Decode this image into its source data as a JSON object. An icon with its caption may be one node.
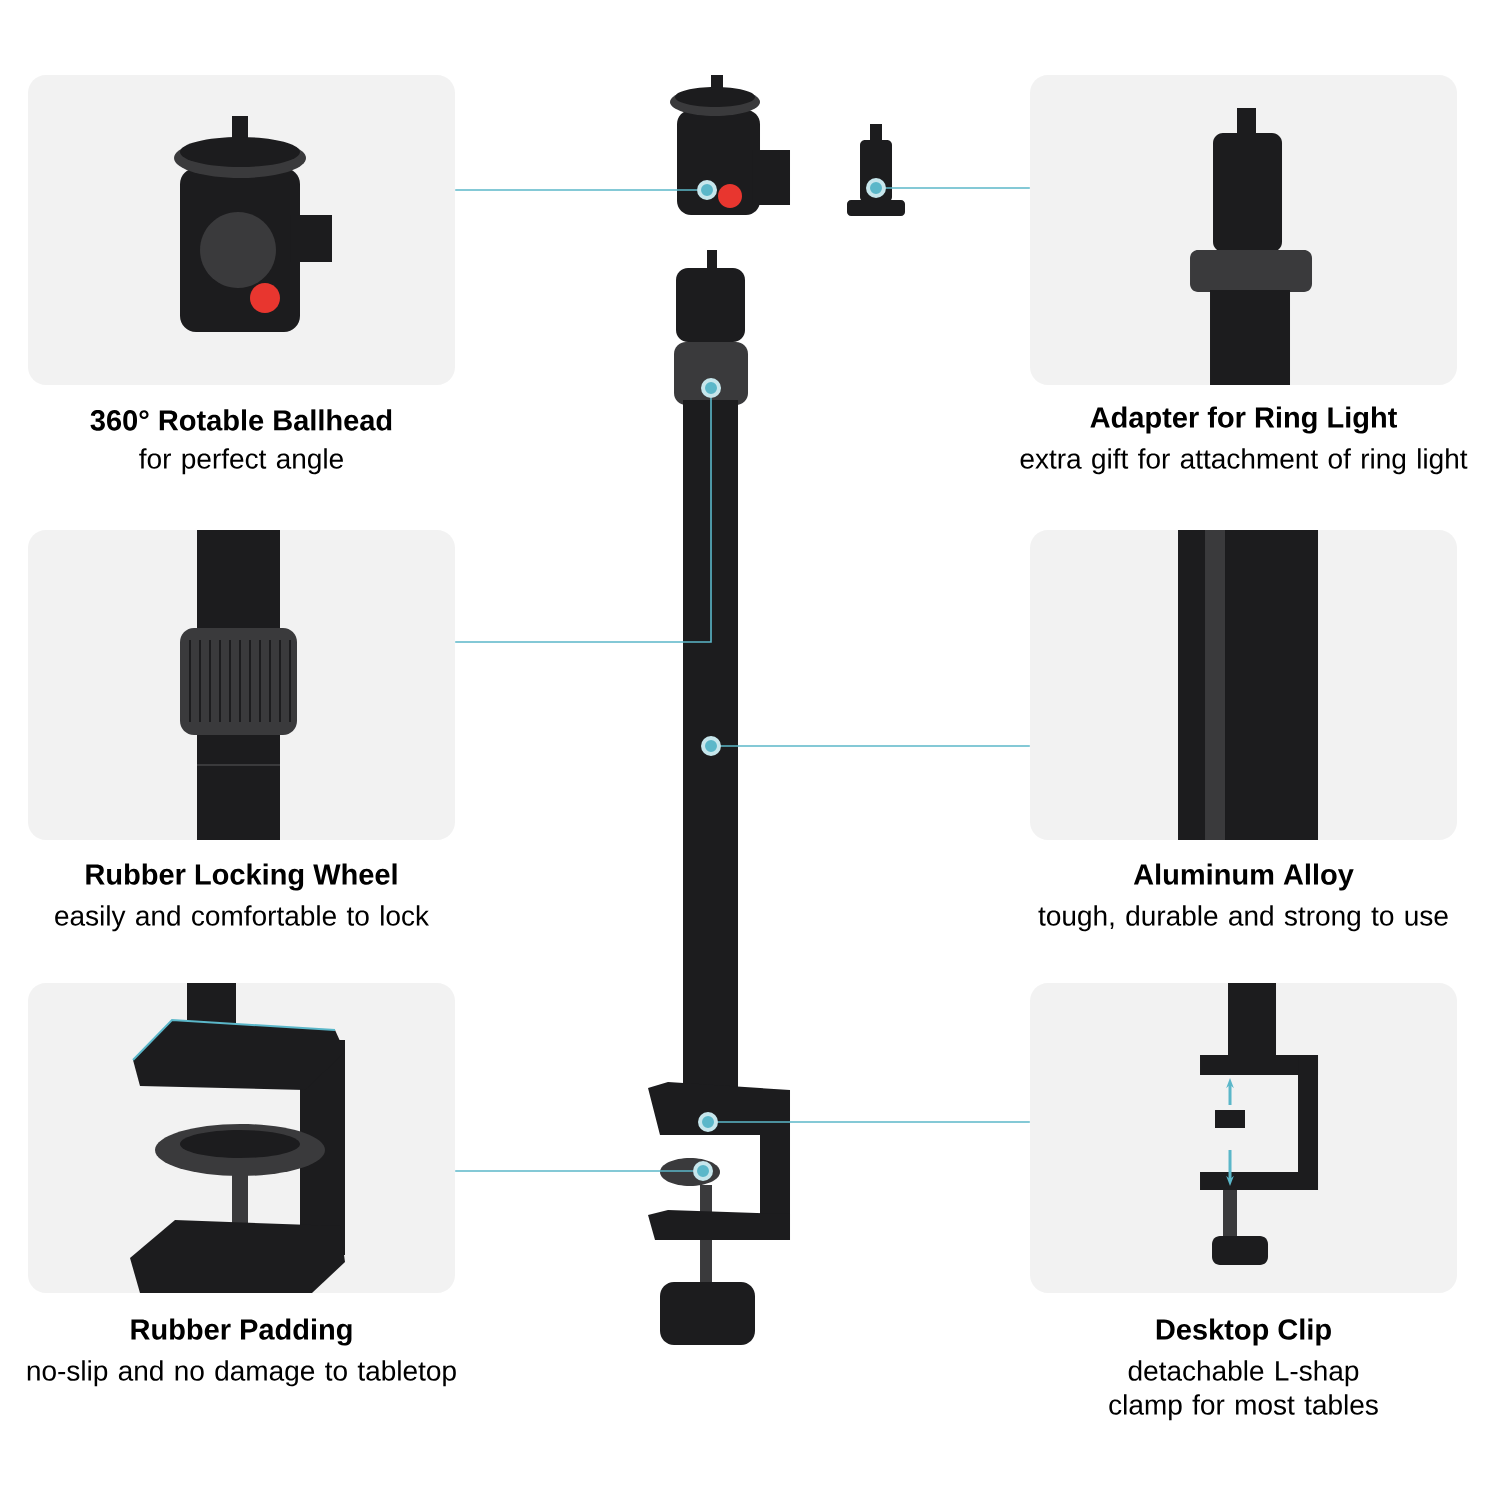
{
  "diagram": {
    "nodes": [
      {
        "text": [
          "360° Rotable Ballhead",
          "for perfect angle"
        ]
      },
      {
        "text": [
          "Adapter for Ring Light",
          "extra gift for attachment of ring light"
        ]
      },
      {
        "text": [
          "Rubber Locking Wheel",
          "easily and comfortable to lock"
        ]
      },
      {
        "text": [
          "Aluminum Alloy",
          "tough, durable and strong to use"
        ]
      },
      {
        "text": [
          "Rubber Padding",
          "no-slip and no damage to tabletop"
        ]
      },
      {
        "text": [
          "Desktop Clip",
          "detachable L-shap clamp for most tables"
        ]
      },
      {
        "text": [],
        "shape": "circle"
      },
      {
        "text": [],
        "shape": "circle"
      },
      {
        "text": [],
        "shape": "circle"
      },
      {
        "text": [],
        "shape": "circle"
      },
      {
        "text": [],
        "shape": "circle"
      },
      {
        "text": [],
        "shape": "circle"
      }
    ],
    "edges": [
      {
        "from": 0,
        "to": 6,
        "arrow": "none"
      },
      {
        "from": 1,
        "to": 7,
        "arrow": "none"
      },
      {
        "from": 2,
        "to": 8,
        "arrow": "none"
      },
      {
        "from": 3,
        "to": 9,
        "arrow": "none"
      },
      {
        "from": 5,
        "to": 10,
        "arrow": "none"
      },
      {
        "from": 4,
        "to": 11,
        "arrow": "none"
      }
    ]
  }
}
